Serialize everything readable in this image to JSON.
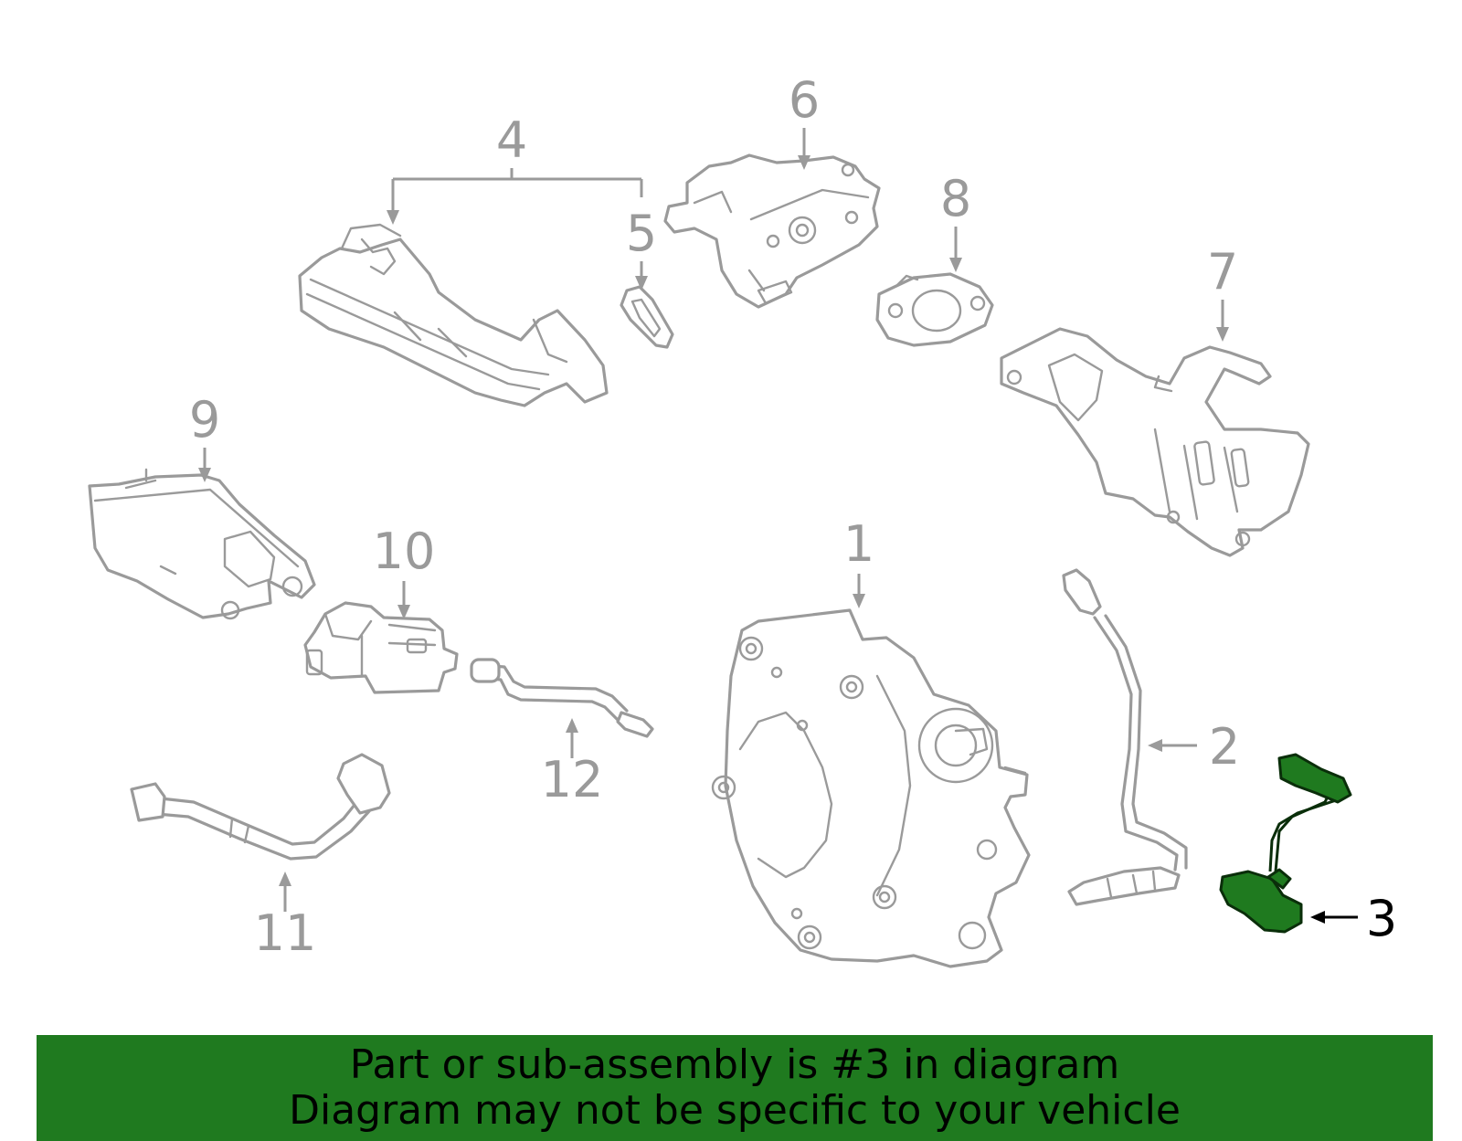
{
  "callouts": {
    "c1": "1",
    "c2": "2",
    "c3": "3",
    "c4": "4",
    "c5": "5",
    "c6": "6",
    "c7": "7",
    "c8": "8",
    "c9": "9",
    "c10": "10",
    "c11": "11",
    "c12": "12"
  },
  "highlighted_part": "3",
  "banner": {
    "line1": "Part or sub-assembly is #3 in diagram",
    "line2": "Diagram may not be specific to your vehicle"
  },
  "colors": {
    "part_line": "#9a9a9a",
    "highlight": "#1f7a1f",
    "banner": "#1f7a1f",
    "text_dark": "#000000"
  }
}
